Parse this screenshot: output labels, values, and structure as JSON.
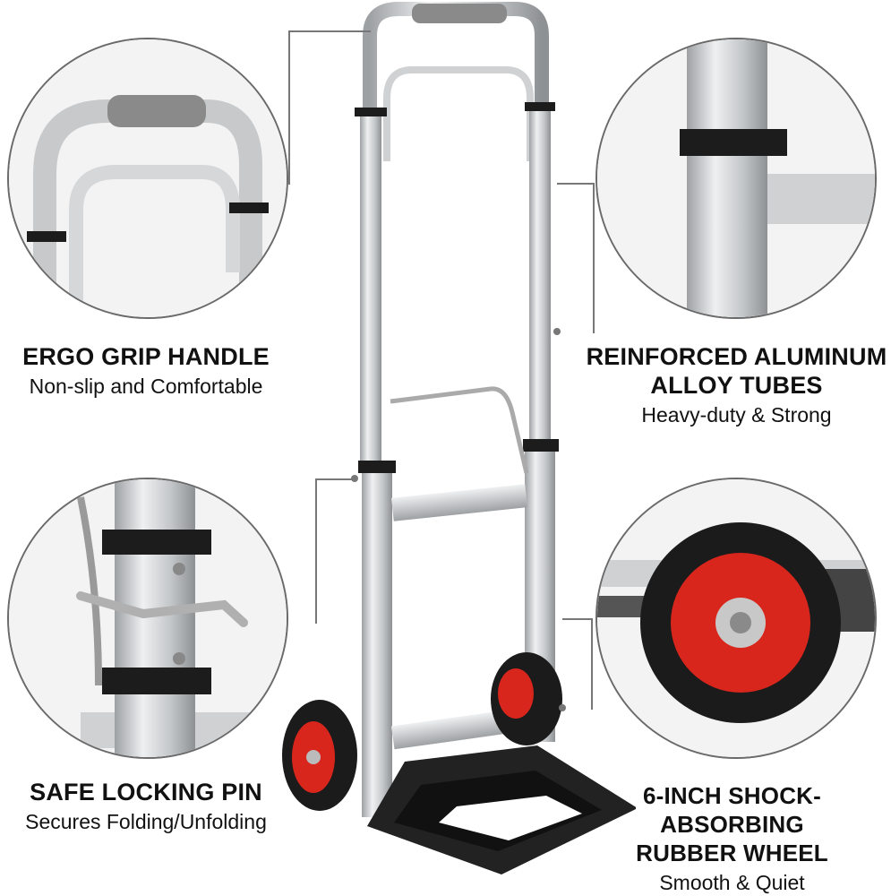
{
  "features": [
    {
      "title": "ERGO GRIP HANDLE",
      "subtitle": "Non-slip and Comfortable"
    },
    {
      "title": "REINFORCED ALUMINUM",
      "title2": "ALLOY TUBES",
      "subtitle": "Heavy-duty & Strong"
    },
    {
      "title": "SAFE LOCKING PIN",
      "subtitle": "Secures Folding/Unfolding"
    },
    {
      "title": "6-INCH SHOCK-ABSORBING",
      "title2": "RUBBER WHEEL",
      "subtitle": "Smooth & Quiet"
    }
  ],
  "colors": {
    "aluminum": "#c9cbcd",
    "wheel_hub": "#d8261c",
    "tire": "#1b1b1b",
    "grip": "#8a8a8a",
    "plate": "#222222"
  },
  "icons": [
    "handle-closeup",
    "tube-closeup",
    "locking-pin-closeup",
    "wheel-closeup"
  ]
}
